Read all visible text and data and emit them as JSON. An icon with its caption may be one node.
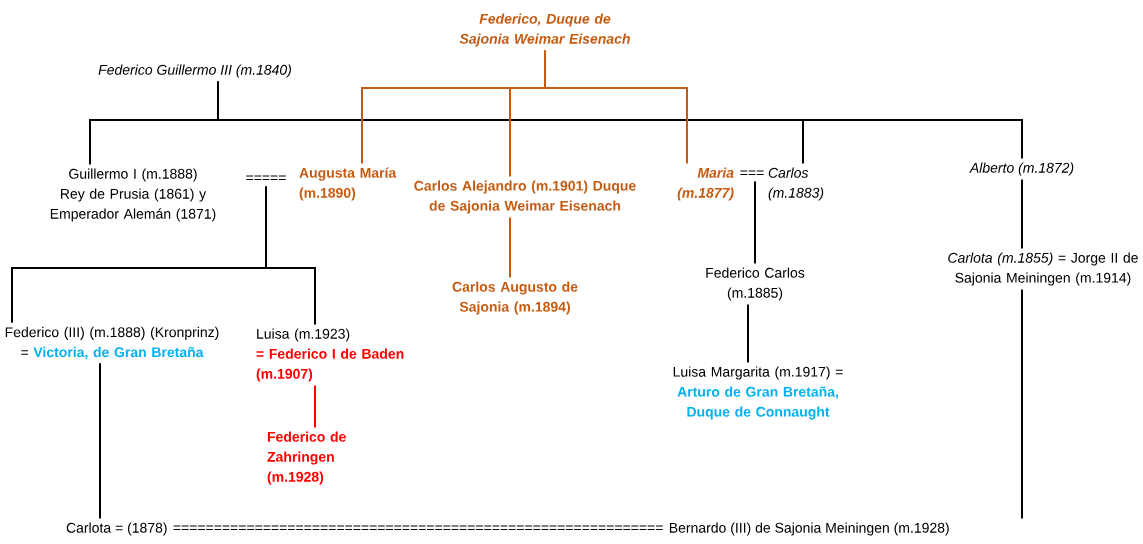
{
  "diagram": {
    "nodes": [
      {
        "text": [
          "Federico, Duque de Sajonia Weimar Eisenach"
        ]
      },
      {
        "text": [
          "Federico Guillermo III (m.1840)"
        ]
      },
      {
        "text": [
          "Guillermo I (m.1888) Rey de Prusia (1861) y Emperador Alemán (1871)"
        ]
      },
      {
        "text": [
          "====="
        ]
      },
      {
        "text": [
          "Augusta María (m.1890)"
        ]
      },
      {
        "text": [
          "Carlos Alejandro (m.1901) Duque de Sajonia Weimar Eisenach"
        ]
      },
      {
        "text": [
          "Maria (m.1877)"
        ]
      },
      {
        "text": [
          "==="
        ]
      },
      {
        "text": [
          "Carlos (m.1883)"
        ]
      },
      {
        "text": [
          "Alberto (m.1872)"
        ]
      },
      {
        "text": [
          "Carlos Augusto de Sajonia (m.1894)"
        ]
      },
      {
        "text": [
          "Federico Carlos (m.1885)"
        ]
      },
      {
        "text": [
          "*Carlota (m.1855)* = Jorge II de Sajonia Meiningen (m.1914)"
        ]
      },
      {
        "text": [
          "Federico (III) (m.1888) (Kronprinz) =",
          "Victoria, de Gran Bretaña"
        ]
      },
      {
        "text": [
          "Luisa (m.1923)",
          "= Federico I de Baden (m.1907)"
        ]
      },
      {
        "text": [
          "Luisa Margarita (m.1917) =",
          "Arturo de Gran Bretaña, Duque de Connaught"
        ]
      },
      {
        "text": [
          "Federico de Zahringen (m.1928)"
        ]
      },
      {
        "text": [
          "Carlota = (1878)"
        ]
      },
      {
        "text": [
          "Bernardo (III) de Sajonia Meiningen (m.1928)"
        ]
      }
    ],
    "edges": [
      {
        "from": 1,
        "to": 2,
        "arrow": "none"
      },
      {
        "from": 1,
        "to": 8,
        "arrow": "none"
      },
      {
        "from": 1,
        "to": 9,
        "arrow": "none"
      },
      {
        "from": 0,
        "to": 4,
        "arrow": "none",
        "color": "#c55a11"
      },
      {
        "from": 0,
        "to": 5,
        "arrow": "none",
        "color": "#c55a11"
      },
      {
        "from": 0,
        "to": 6,
        "arrow": "none",
        "color": "#c55a11"
      },
      {
        "from": 5,
        "to": 10,
        "arrow": "none",
        "color": "#c55a11"
      },
      {
        "from": 3,
        "to": 13,
        "arrow": "none"
      },
      {
        "from": 3,
        "to": 14,
        "arrow": "none"
      },
      {
        "from": 7,
        "to": 11,
        "arrow": "none"
      },
      {
        "from": 9,
        "to": 12,
        "arrow": "none"
      },
      {
        "from": 11,
        "to": 15,
        "arrow": "none"
      },
      {
        "from": 14,
        "to": 16,
        "arrow": "none",
        "color": "#ff0000"
      },
      {
        "from": 13,
        "to": 17,
        "arrow": "none"
      },
      {
        "from": 12,
        "to": 18,
        "arrow": "none"
      }
    ],
    "labels": [
      "============================================================"
    ]
  }
}
